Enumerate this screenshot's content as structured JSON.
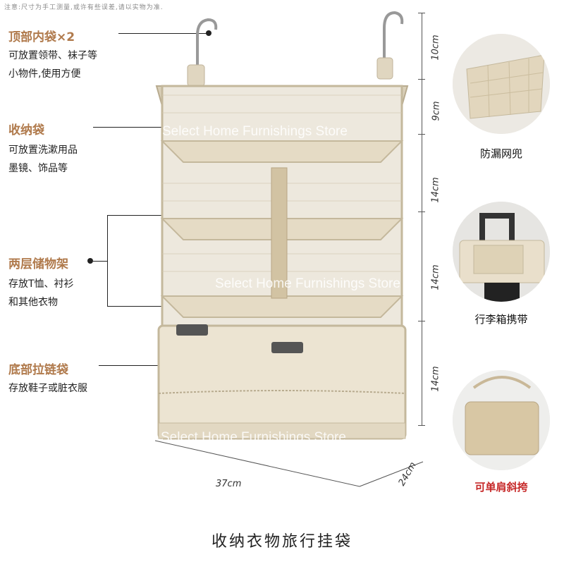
{
  "top_note": "注意:尺寸为手工测量,或许有些误差,请以实物为准.",
  "features": [
    {
      "title": "顶部内袋×2",
      "desc": [
        "可放置领带、袜子等",
        "小物件,使用方便"
      ]
    },
    {
      "title": "收纳袋",
      "desc": [
        "可放置洗漱用品",
        "墨镜、饰品等"
      ]
    },
    {
      "title": "两层储物架",
      "desc": [
        "存放T恤、衬衫",
        "和其他衣物"
      ]
    },
    {
      "title": "底部拉链袋",
      "desc": [
        "存放鞋子或脏衣服"
      ]
    }
  ],
  "dimensions": {
    "heights": [
      "10cm",
      "9cm",
      "14cm",
      "14cm",
      "14cm"
    ],
    "width": "37cm",
    "depth": "24cm"
  },
  "detail_thumbnails": [
    {
      "label": "防漏网兜",
      "icon": "mesh-pocket-photo"
    },
    {
      "label": "行李箱携带",
      "icon": "luggage-sleeve-photo"
    },
    {
      "label": "可单肩斜挎",
      "icon": "shoulder-bag-photo"
    }
  ],
  "watermark": "Select Home Furnishings Store",
  "footer_title": "收纳衣物旅行挂袋",
  "colors": {
    "accent": "#b07a4c",
    "red_label": "#c62828",
    "bag_fabric": "#ece4d2",
    "mesh": "#d8d0c0"
  }
}
